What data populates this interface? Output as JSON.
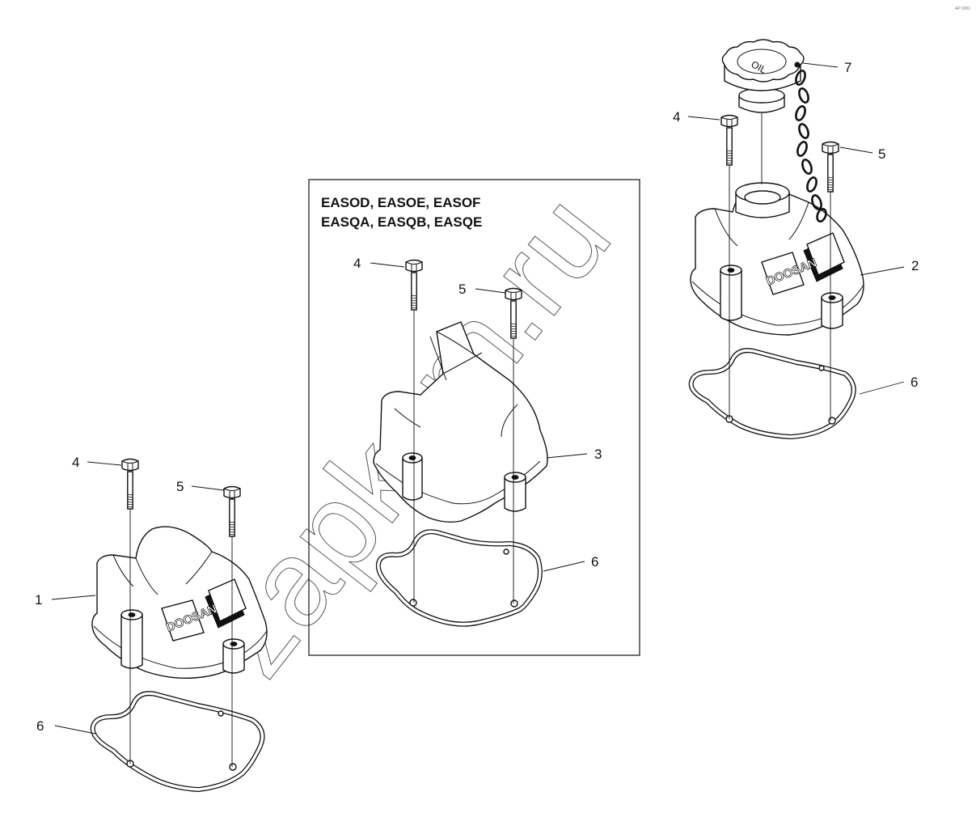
{
  "variant_box": {
    "line1": "EASOD, EASOE, EASOF",
    "line2": "EASQA, EASQB, EASQE"
  },
  "callouts": {
    "left": {
      "bolt_a": "4",
      "bolt_b": "5",
      "cover": "1",
      "gasket": "6"
    },
    "middle": {
      "bolt_a": "4",
      "bolt_b": "5",
      "cover": "3",
      "gasket": "6"
    },
    "right": {
      "cap": "7",
      "bolt_a": "4",
      "bolt_b": "5",
      "cover": "2",
      "gasket": "6"
    }
  },
  "brand": "DOOSAN",
  "cap_text": "OIL",
  "watermark": "zapkam.ru",
  "corner_mark": "АР 0001"
}
